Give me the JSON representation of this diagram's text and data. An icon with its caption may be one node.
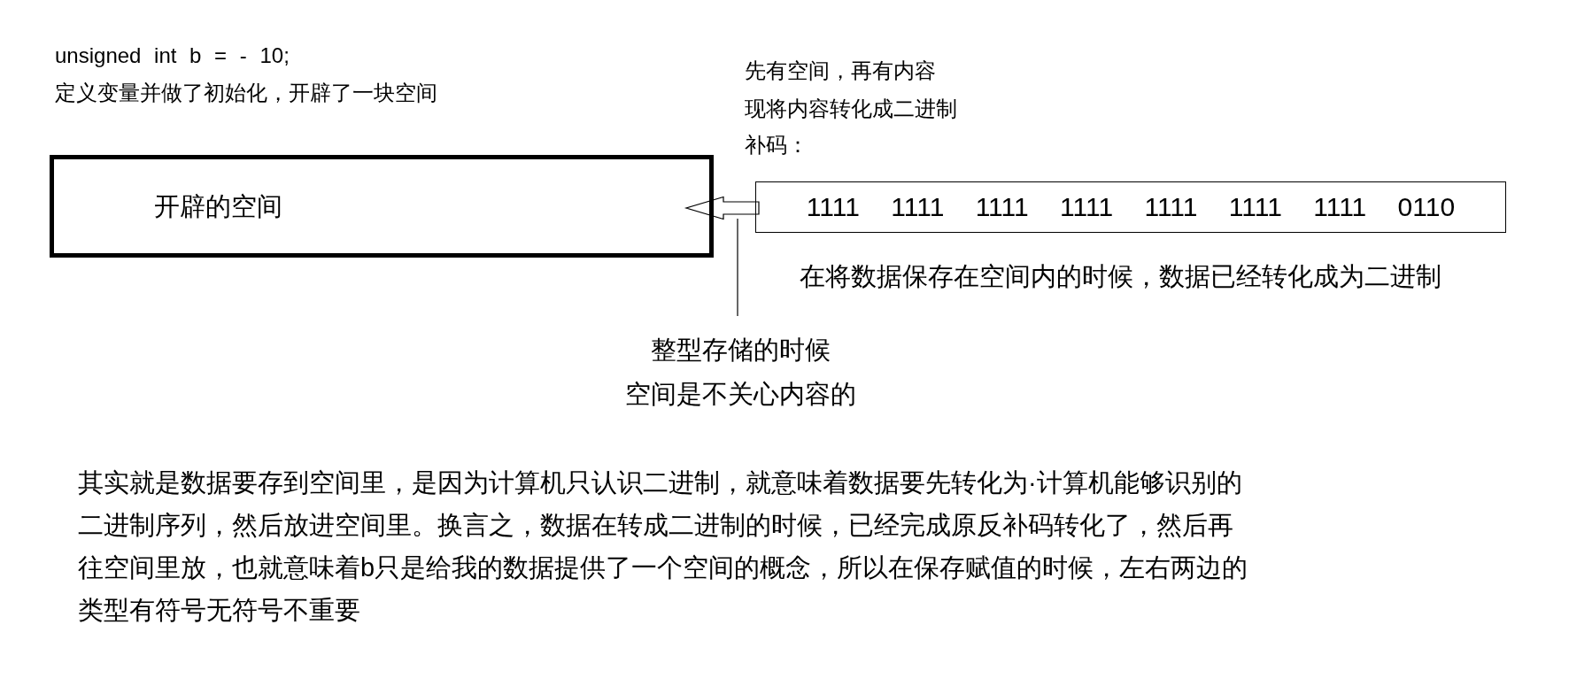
{
  "diagram": {
    "nodes": [
      {
        "text": [
          "开辟的空间"
        ]
      },
      {
        "text": [
          "1111 1111 1111 1111 1111 1111 1111 0110"
        ]
      },
      {
        "text": [
          "整型存储的时候",
          "空间是不关心内容的"
        ]
      }
    ],
    "edges": [
      {
        "from": 1,
        "to": 0,
        "arrow": "to"
      },
      {
        "from": 2,
        "to": 1,
        "arrow": "none"
      }
    ],
    "labels": [
      "unsigned int b = - 10;",
      "定义变量并做了初始化，开辟了一块空间",
      "先有空间，再有内容",
      "现将内容转化成二进制",
      "补码：",
      "在将数据保存在空间内的时候，数据已经转化成为二进制",
      "其实就是数据要存到空间里，是因为计算机只认识二进制，就意味着数据要先转化为·计算机能够识别的二进制序列，然后放进空间里。换言之，数据在转成二进制的时候，已经完成原反补码转化了，然后再往空间里放，也就意味着b只是给我的数据提供了一个空间的概念，所以在保存赋值的时候，左右两边的类型有符号无符号不重要"
    ]
  }
}
